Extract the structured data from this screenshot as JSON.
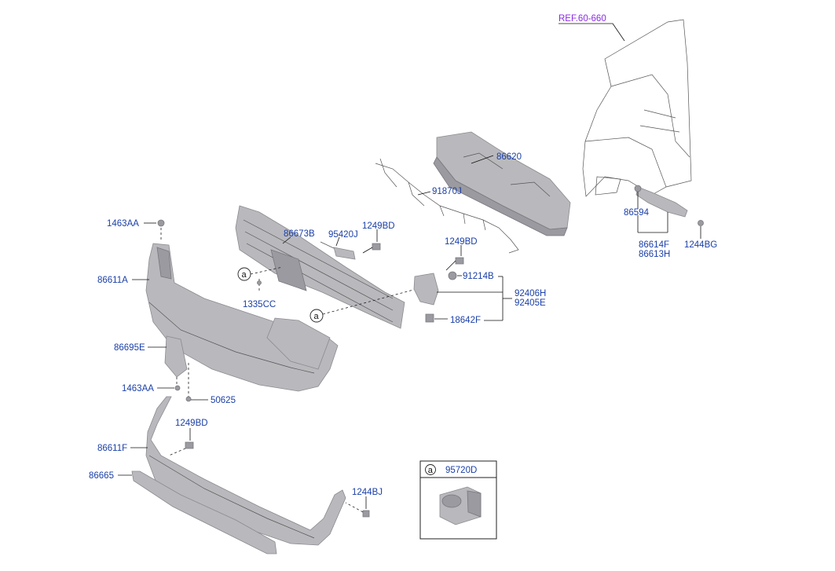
{
  "diagram": {
    "ref": "REF.60-660",
    "callout_letter": "a",
    "labels": {
      "p86620": "86620",
      "p91870J": "91870J",
      "p86594": "86594",
      "p86614F": "86614F",
      "p86613H": "86613H",
      "p1244BG": "1244BG",
      "p1463AA_top": "1463AA",
      "p86673B": "86673B",
      "p95420J": "95420J",
      "p1249BD_a": "1249BD",
      "p1249BD_b": "1249BD",
      "p86611A": "86611A",
      "p91214B": "91214B",
      "p92406H": "92406H",
      "p92405E": "92405E",
      "p18642F": "18642F",
      "p1335CC": "1335CC",
      "p86695E": "86695E",
      "p1463AA_bottom": "1463AA",
      "p50625": "50625",
      "p1249BD_c": "1249BD",
      "p86611F": "86611F",
      "p86665": "86665",
      "p1244BJ": "1244BJ",
      "p95720D": "95720D"
    }
  }
}
